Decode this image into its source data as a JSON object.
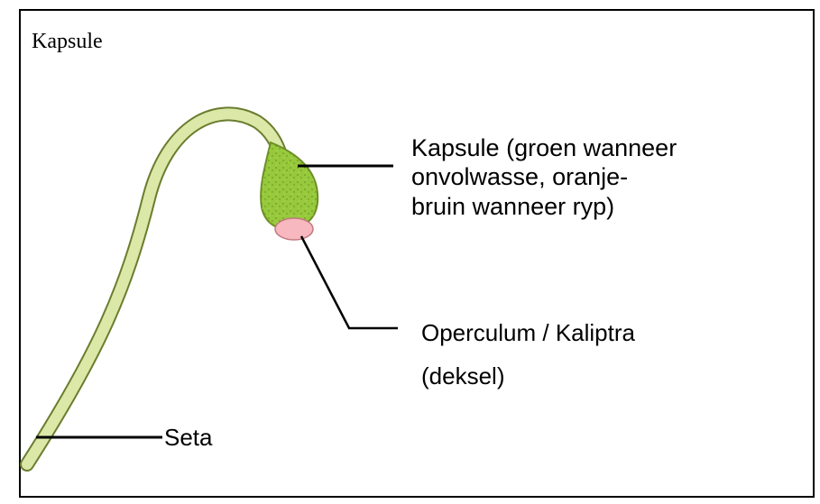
{
  "title": "Kapsule",
  "labels": {
    "capsule": [
      "Kapsule (groen wanneer",
      "onvolwasse, oranje-",
      "bruin wanneer ryp)"
    ],
    "operculum": [
      "Operculum / Kaliptra",
      "(deksel)"
    ],
    "seta": "Seta"
  },
  "colors": {
    "seta_fill": "#dbe8a8",
    "seta_outline": "#6a7d2e",
    "capsule_fill": "#97c93c",
    "capsule_outline": "#6d8f25",
    "operculum_fill": "#f7b8c0",
    "leader_lines": "#000000"
  }
}
